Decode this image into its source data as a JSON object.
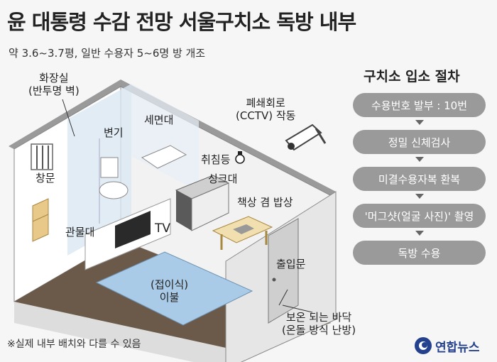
{
  "title": "윤 대통령 수감 전망 서울구치소 독방 내부",
  "subtitle": "약 3.6~3.7평, 일반 수용자 5~6명 방 개조",
  "labels": {
    "toilet_room": "화장실\n(반투명 벽)",
    "toilet": "변기",
    "washbasin": "세면대",
    "cctv": "폐쇄회로\n(CCTV) 작동",
    "window": "창문",
    "night_light": "취침등",
    "sink": "싱크대",
    "desk": "책상 겸 밥상",
    "cabinet": "관물대",
    "tv": "TV",
    "door": "출입문",
    "bedding": "(접이식)\n이불",
    "floor": "보온 되는 바닥\n(온돌 방식 난방)"
  },
  "procedure": {
    "title": "구치소 입소 절차",
    "steps": [
      "수용번호 발부 : 10번",
      "정밀 신체검사",
      "미결수용자복 환복",
      "'머그샷(얼굴 사진)' 촬영",
      "독방 수용"
    ]
  },
  "note": "※실제 내부 배치와 다를 수 있음",
  "logo": "연합뉴스",
  "colors": {
    "wall": "#ffffff",
    "floor": "#6b5a4a",
    "glass": "#dbe7f3",
    "mat": "#a9cbe8",
    "step": "#9a9a9a",
    "brand": "#24418d"
  }
}
